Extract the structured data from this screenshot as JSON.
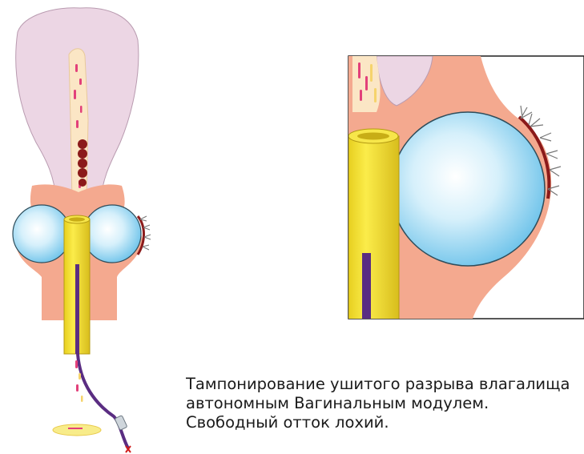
{
  "caption": {
    "line1": "Тампонирование ушитого разрыва влагалища",
    "line2": "автономным Вагинальным модулем.",
    "line3": "Свободный отток лохий."
  },
  "colors": {
    "uterus": "#ecd6e4",
    "tissue": "#f4a98f",
    "tube": "#f5e23a",
    "tube_dark": "#d6b81e",
    "drain": "#5a2d82",
    "balloon_center": "#ffffff",
    "balloon_edge": "#79c9ec",
    "suture": "#8b1a1a",
    "blood_clot": "#8b1a1a",
    "lochia_pink": "#e2407a"
  },
  "icons": [
    "uterus-shape",
    "vaginal-balloon",
    "tube",
    "drain-line",
    "suture-stitches",
    "blood-clot"
  ]
}
